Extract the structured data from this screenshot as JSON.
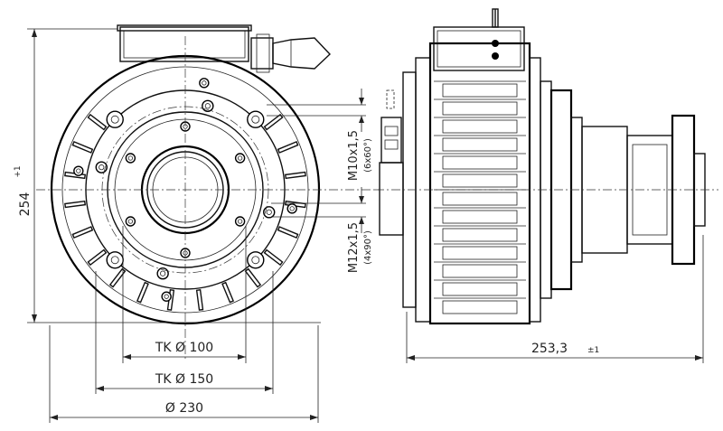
{
  "dimensions": {
    "height_left": "254",
    "height_left_tol": "+1",
    "tk100": "TK Ø 100",
    "tk150": "TK Ø 150",
    "dia230": "Ø 230",
    "thread1": "M10x1,5",
    "thread1_pattern": "(6x60°)",
    "thread2": "M12x1,5",
    "thread2_pattern": "(4x90°)",
    "length_right": "253,3",
    "length_right_tol": "±1"
  },
  "colors": {
    "line": "#000000",
    "background": "#ffffff"
  }
}
